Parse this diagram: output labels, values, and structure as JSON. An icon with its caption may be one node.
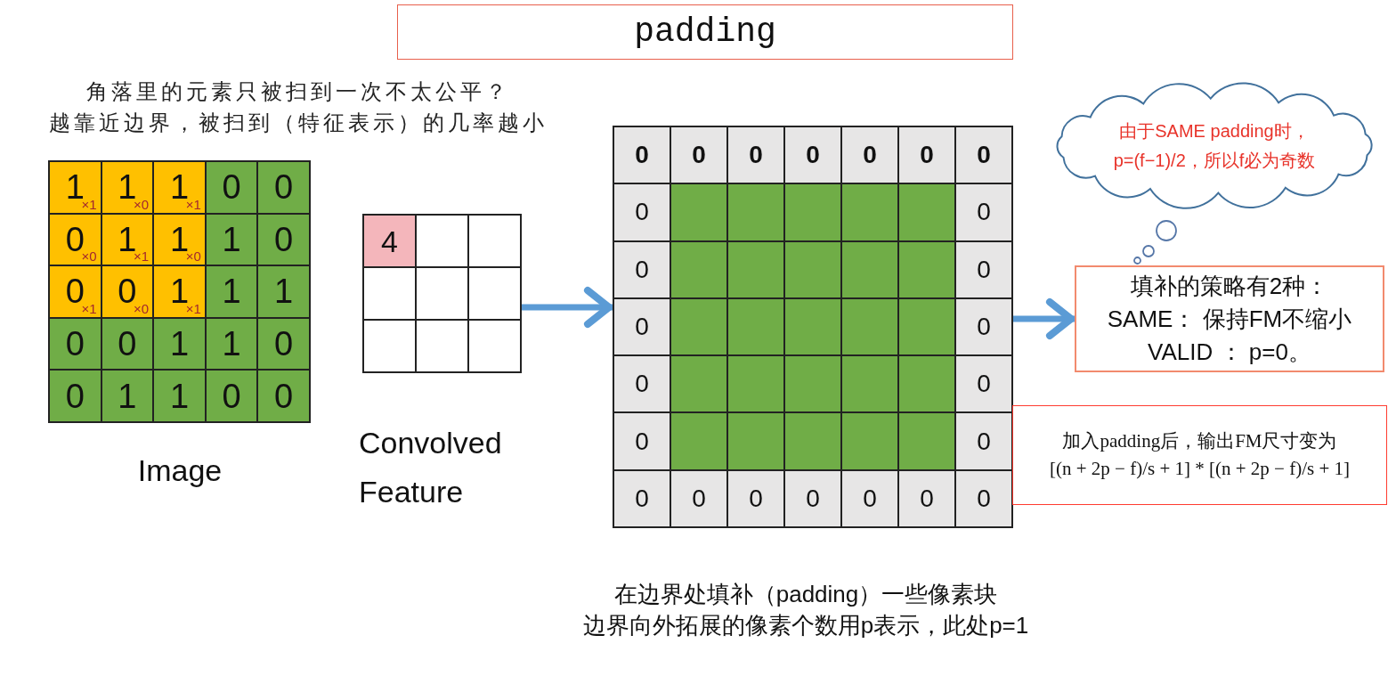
{
  "diagram": {
    "title": "padding",
    "nodes": [
      {
        "text": [],
        "shape": "box",
        "beside": [
          "Image"
        ]
      },
      {
        "text": [
          "1",
          "×1"
        ],
        "in": 0
      },
      {
        "text": [
          "1",
          "×0"
        ],
        "in": 0
      },
      {
        "text": [
          "1",
          "×1"
        ],
        "in": 0
      },
      {
        "text": [
          "0"
        ],
        "in": 0
      },
      {
        "text": [
          "0"
        ],
        "in": 0
      },
      {
        "text": [
          "0",
          "×0"
        ],
        "in": 0
      },
      {
        "text": [
          "1",
          "×1"
        ],
        "in": 0
      },
      {
        "text": [
          "1",
          "×0"
        ],
        "in": 0
      },
      {
        "text": [
          "1"
        ],
        "in": 0
      },
      {
        "text": [
          "0"
        ],
        "in": 0
      },
      {
        "text": [
          "0",
          "×1"
        ],
        "in": 0
      },
      {
        "text": [
          "0",
          "×0"
        ],
        "in": 0
      },
      {
        "text": [
          "1",
          "×1"
        ],
        "in": 0
      },
      {
        "text": [
          "1"
        ],
        "in": 0
      },
      {
        "text": [
          "1"
        ],
        "in": 0
      },
      {
        "text": [
          "0"
        ],
        "in": 0
      },
      {
        "text": [
          "0"
        ],
        "in": 0
      },
      {
        "text": [
          "1"
        ],
        "in": 0
      },
      {
        "text": [
          "1"
        ],
        "in": 0
      },
      {
        "text": [
          "0"
        ],
        "in": 0
      },
      {
        "text": [
          "0"
        ],
        "in": 0
      },
      {
        "text": [
          "1"
        ],
        "in": 0
      },
      {
        "text": [
          "1"
        ],
        "in": 0
      },
      {
        "text": [
          "0"
        ],
        "in": 0
      },
      {
        "text": [
          "0"
        ],
        "in": 0
      },
      {
        "text": [],
        "shape": "box",
        "beside": [
          "Convolved Feature"
        ]
      },
      {
        "text": [
          "4"
        ],
        "in": 26
      },
      {
        "text": [],
        "shape": "box",
        "in": 26
      },
      {
        "text": [],
        "shape": "box",
        "in": 26
      },
      {
        "text": [],
        "shape": "box",
        "in": 26
      },
      {
        "text": [],
        "shape": "box",
        "in": 26
      },
      {
        "text": [],
        "shape": "box",
        "in": 26
      },
      {
        "text": [],
        "shape": "box",
        "in": 26
      },
      {
        "text": [],
        "shape": "box",
        "in": 26
      },
      {
        "text": [],
        "shape": "box",
        "in": 26
      },
      {
        "text": [],
        "shape": "box"
      },
      {
        "text": [
          "0"
        ],
        "in": 36
      },
      {
        "text": [
          "0"
        ],
        "in": 36
      },
      {
        "text": [
          "0"
        ],
        "in": 36
      },
      {
        "text": [
          "0"
        ],
        "in": 36
      },
      {
        "text": [
          "0"
        ],
        "in": 36
      },
      {
        "text": [
          "0"
        ],
        "in": 36
      },
      {
        "text": [
          "0"
        ],
        "in": 36
      },
      {
        "text": [
          "0"
        ],
        "in": 36
      },
      {
        "text": [],
        "shape": "box",
        "in": 36
      },
      {
        "text": [],
        "shape": "box",
        "in": 36
      },
      {
        "text": [],
        "shape": "box",
        "in": 36
      },
      {
        "text": [],
        "shape": "box",
        "in": 36
      },
      {
        "text": [],
        "shape": "box",
        "in": 36
      },
      {
        "text": [
          "0"
        ],
        "in": 36
      },
      {
        "text": [
          "0"
        ],
        "in": 36
      },
      {
        "text": [],
        "shape": "box",
        "in": 36
      },
      {
        "text": [],
        "shape": "box",
        "in": 36
      },
      {
        "text": [],
        "shape": "box",
        "in": 36
      },
      {
        "text": [],
        "shape": "box",
        "in": 36
      },
      {
        "text": [],
        "shape": "box",
        "in": 36
      },
      {
        "text": [
          "0"
        ],
        "in": 36
      },
      {
        "text": [
          "0"
        ],
        "in": 36
      },
      {
        "text": [],
        "shape": "box",
        "in": 36
      },
      {
        "text": [],
        "shape": "box",
        "in": 36
      },
      {
        "text": [],
        "shape": "box",
        "in": 36
      },
      {
        "text": [],
        "shape": "box",
        "in": 36
      },
      {
        "text": [],
        "shape": "box",
        "in": 36
      },
      {
        "text": [
          "0"
        ],
        "in": 36
      },
      {
        "text": [
          "0"
        ],
        "in": 36
      },
      {
        "text": [],
        "shape": "box",
        "in": 36
      },
      {
        "text": [],
        "shape": "box",
        "in": 36
      },
      {
        "text": [],
        "shape": "box",
        "in": 36
      },
      {
        "text": [],
        "shape": "box",
        "in": 36
      },
      {
        "text": [],
        "shape": "box",
        "in": 36
      },
      {
        "text": [
          "0"
        ],
        "in": 36
      },
      {
        "text": [
          "0"
        ],
        "in": 36
      },
      {
        "text": [],
        "shape": "box",
        "in": 36
      },
      {
        "text": [],
        "shape": "box",
        "in": 36
      },
      {
        "text": [],
        "shape": "box",
        "in": 36
      },
      {
        "text": [],
        "shape": "box",
        "in": 36
      },
      {
        "text": [],
        "shape": "box",
        "in": 36
      },
      {
        "text": [
          "0"
        ],
        "in": 36
      },
      {
        "text": [
          "0"
        ],
        "in": 36
      },
      {
        "text": [
          "0"
        ],
        "in": 36
      },
      {
        "text": [
          "0"
        ],
        "in": 36
      },
      {
        "text": [
          "0"
        ],
        "in": 36
      },
      {
        "text": [
          "0"
        ],
        "in": 36
      },
      {
        "text": [
          "0"
        ],
        "in": 36
      },
      {
        "text": [
          "0"
        ],
        "in": 36
      },
      {
        "text": [
          "由于SAME padding时，",
          "p=(f−1)/2，所以f必为奇数"
        ]
      },
      {
        "text": [
          "填补的策略有2种：",
          "SAME： 保持FM不缩小",
          "VALID ： p=0。"
        ]
      },
      {
        "text": [
          "加入padding后，输出FM尺寸变为",
          "[(n + 2p − f)/s + 1] * [(n + 2p − f)/s + 1]"
        ]
      }
    ],
    "edges": [
      {
        "from": 26,
        "to": 36,
        "arrow": "to"
      },
      {
        "from": 36,
        "to": 87,
        "arrow": "to"
      }
    ],
    "labels": [
      "角落里的元素只被扫到一次不太公平？",
      "越靠近边界，被扫到（特征表示）的几率越小",
      "在边界处填补（padding）一些像素块",
      "边界向外拓展的像素个数用p表示，此处p=1"
    ]
  }
}
